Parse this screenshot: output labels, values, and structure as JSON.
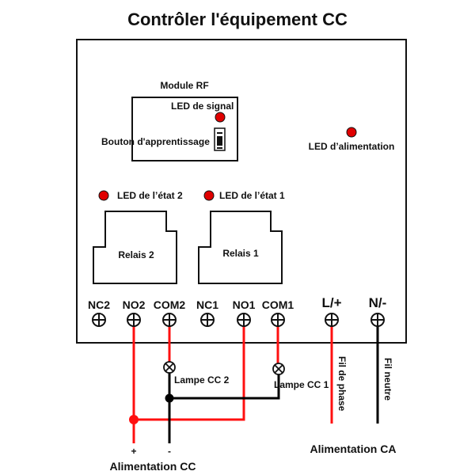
{
  "title": "Contrôler l'équipement CC",
  "board": {
    "module_rf": "Module RF",
    "led_signal": "LED de signal",
    "learn_button": "Bouton d'apprentissage",
    "led_power": "LED d’alimentation",
    "led_state_2": "LED de l’état 2",
    "led_state_1": "LED de l’état 1",
    "relay_2": "Relais 2",
    "relay_1": "Relais 1"
  },
  "terminals": [
    "NC2",
    "NO2",
    "COM2",
    "NC1",
    "NO1",
    "COM1",
    "L/+",
    "N/-"
  ],
  "wiring": {
    "lamp_2": "Lampe CC 2",
    "lamp_1": "Lampe CC 1",
    "phase_wire": "Fil de phase",
    "neutral_wire": "Fil neutre",
    "plus": "+",
    "minus": "-",
    "dc_supply": "Alimentation CC",
    "ac_supply": "Alimentation CA"
  },
  "colors": {
    "led": "#e00000",
    "live_wire": "#ff1010",
    "neutral_wire": "#000000"
  }
}
